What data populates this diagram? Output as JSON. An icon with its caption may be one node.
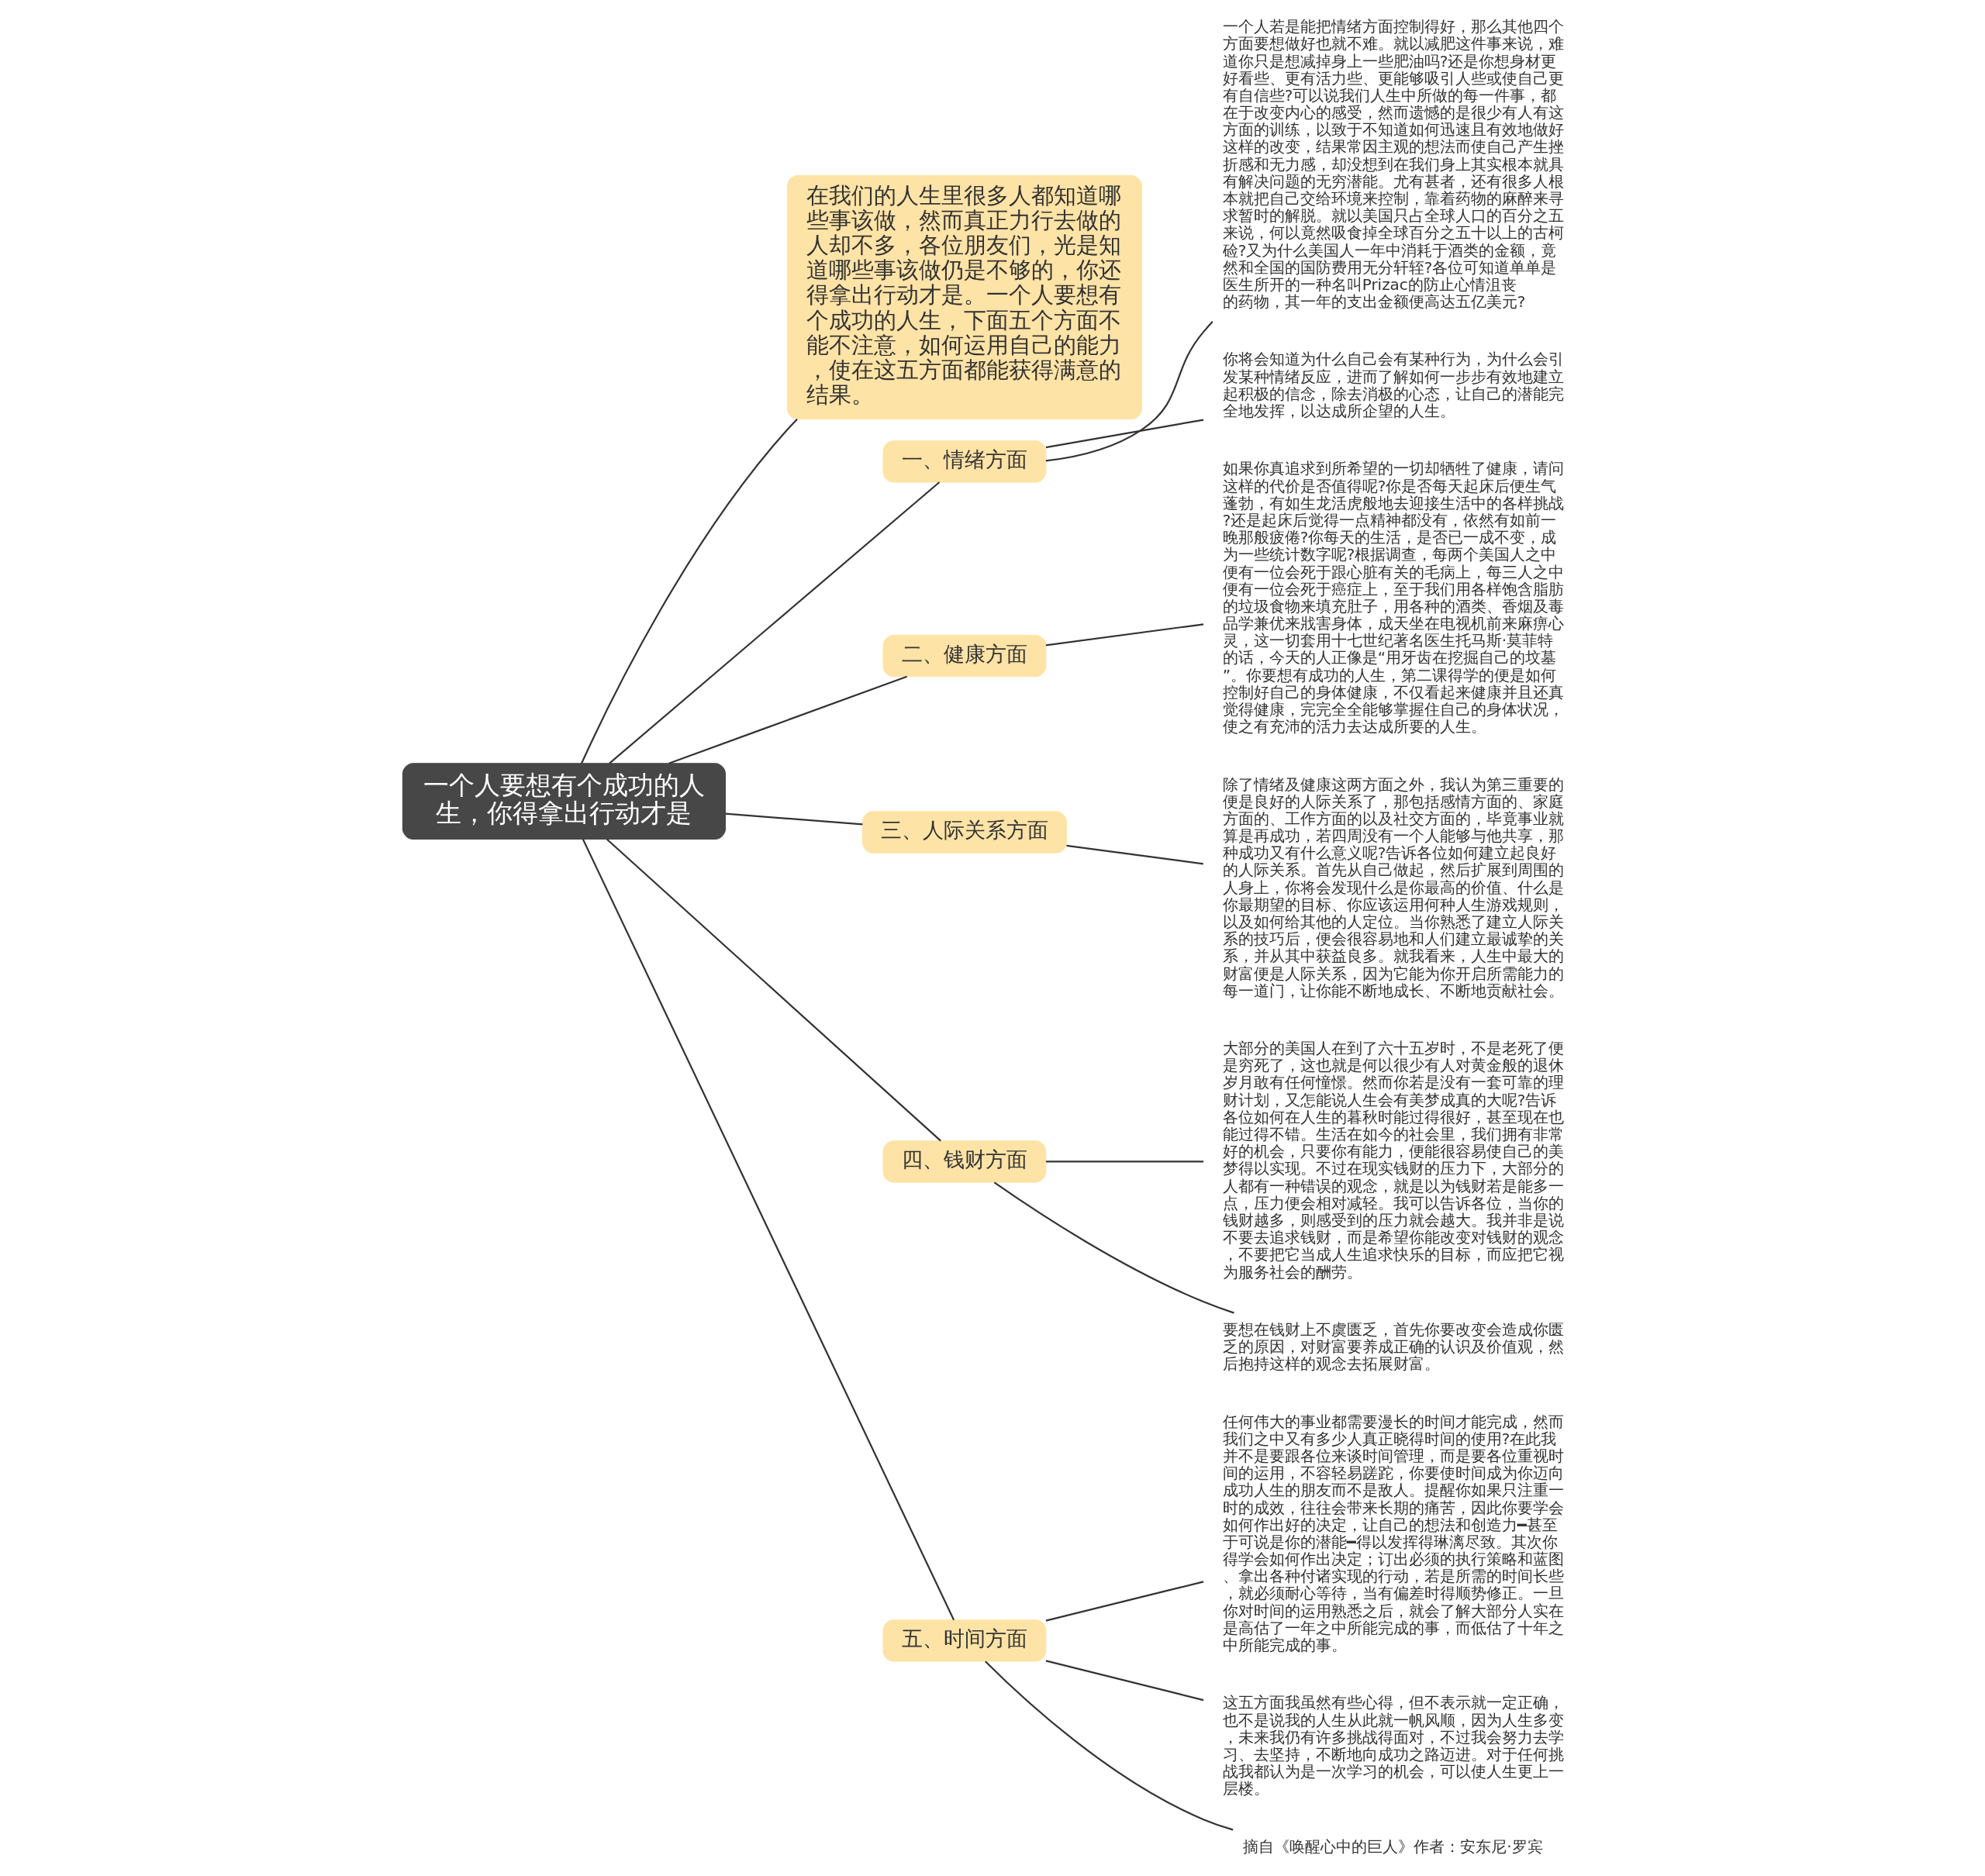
{
  "diagram": {
    "nodes": [
      {
        "text": [
          "一个人要想有个成功的人生，你得拿出行动才是"
        ]
      },
      {
        "text": [
          "在我们的人生里很多人都知道哪些事该做，然而真正力行去做的人却不多，各位朋友们，光是知道哪些事该做仍是不够的，你还得拿出行动才是。一个人要想有个成功的人生，下面五个方面不能不注意，如何运用自己的能力，使在这五方面都能获得满意的结果。"
        ]
      },
      {
        "text": [
          "一、情绪方面"
        ]
      },
      {
        "text": [
          "一个人若是能把情绪方面控制得好，那么其他四个方面要想做好也就不难。就以减肥这件事来说，难道你只是想减掉身上一些肥油吗?还是你想身材更好看些、更有活力些、更能够吸引人些或使自己更有自信些?可以说我们人生中所做的每一件事，都在于改变内心的感受，然而遗憾的是很少有人有这方面的训练，以致于不知道如何迅速且有效地做好这样的改变，结果常因主观的想法而使自己产生挫折感和无力感，却没想到在我们身上其实根本就具有解决问题的无穷潜能。尤有甚者，还有很多人根本就把自己交给环境来控制，靠着药物的麻醉来寻求暂时的解脱。就以美国只占全球人口的百分之五来说，何以竟然吸食掉全球百分之五十以上的古柯硷?又为什么美国人一年中消耗于酒类的金额，竟然和全国的国防费用无分轩轾?各位可知道单单是医生所开的一种名叫Prizac的防止心情沮丧的药物，其一年的支出金额便高达五亿美元?"
        ]
      },
      {
        "text": [
          "你将会知道为什么自己会有某种行为，为什么会引发某种情绪反应，进而了解如何一步步有效地建立起积极的信念，除去消极的心态，让自己的潜能完全地发挥，以达成所企望的人生。"
        ]
      },
      {
        "text": [
          "二、健康方面"
        ]
      },
      {
        "text": [
          "如果你真追求到所希望的一切却牺牲了健康，请问这样的代价是否值得呢?你是否每天起床后便生气蓬勃，有如生龙活虎般地去迎接生活中的各样挑战?还是起床后觉得一点精神都没有，依然有如前一晚那般疲倦?你每天的生活，是否已一成不变，成为一些统计数字呢?根据调查，每两个美国人之中便有一位会死于跟心脏有关的毛病上，每三人之中便有一位会死于癌症上，至于我们用各样饱含脂肪的垃圾食物来填充肚子，用各种的酒类、香烟及毒品学兼优来戕害身体，成天坐在电视机前来麻痹心灵，这一切套用十七世纪著名医生托马斯·莫菲特的话，今天的人正像是“用牙齿在挖掘自己的坟墓”。你要想有成功的人生，第二课得学的便是如何控制好自己的身体健康，不仅看起来健康并且还真觉得健康，完完全全能够掌握住自己的身体状况，使之有充沛的活力去达成所要的人生。"
        ]
      },
      {
        "text": [
          "三、人际关系方面"
        ]
      },
      {
        "text": [
          "除了情绪及健康这两方面之外，我认为第三重要的便是良好的人际关系了，那包括感情方面的、家庭方面的、工作方面的以及社交方面的，毕竟事业就算是再成功，若四周没有一个人能够与他共享，那种成功又有什么意义呢?告诉各位如何建立起良好的人际关系。首先从自己做起，然后扩展到周围的人身上，你将会发现什么是你最高的价值、什么是你最期望的目标、你应该运用何种人生游戏规则，以及如何给其他的人定位。当你熟悉了建立人际关系的技巧后，便会很容易地和人们建立最诚挚的关系，并从其中获益良多。就我看来，人生中最大的财富便是人际关系，因为它能为你开启所需能力的每一道门，让你能不断地成长、不断地贡献社会。"
        ]
      },
      {
        "text": [
          "四、钱财方面"
        ]
      },
      {
        "text": [
          "大部分的美国人在到了六十五岁时，不是老死了便是穷死了，这也就是何以很少有人对黄金般的退休岁月敢有任何憧憬。然而你若是没有一套可靠的理财计划，又怎能说人生会有美梦成真的大呢?告诉各位如何在人生的暮秋时能过得很好，甚至现在也能过得不错。生活在如今的社会里，我们拥有非常好的机会，只要你有能力，便能很容易使自己的美梦得以实现。不过在现实钱财的压力下，大部分的人都有一种错误的观念，就是以为钱财若是能多一点，压力便会相对减轻。我可以告诉各位，当你的钱财越多，则感受到的压力就会越大。我并非是说不要去追求钱财，而是希望你能改变对钱财的观念，不要把它当成人生追求快乐的目标，而应把它视为服务社会的酬劳。"
        ]
      },
      {
        "text": [
          "要想在钱财上不虞匮乏，首先你要改变会造成你匮乏的原因，对财富要养成正确的认识及价值观，然后抱持这样的观念去拓展财富。"
        ]
      },
      {
        "text": [
          "五、时间方面"
        ]
      },
      {
        "text": [
          "任何伟大的事业都需要漫长的时间才能完成，然而我们之中又有多少人真正晓得时间的使用?在此我并不是要跟各位来谈时间管理，而是要各位重视时间的运用，不容轻易蹉跎，你要使时间成为你迈向成功人生的朋友而不是敌人。提醒你如果只注重一时的成效，往往会带来长期的痛苦，因此你要学会如何作出好的决定，让自己的想法和创造力━甚至于可说是你的潜能━得以发挥得琳漓尽致。其次你得学会如何作出决定；订出必须的执行策略和蓝图、拿出各种付诸实现的行动，若是所需的时间长些，就必须耐心等待，当有偏差时得顺势修正。一旦你对时间的运用熟悉之后，就会了解大部分人实在是高估了一年之中所能完成的事，而低估了十年之中所能完成的事。"
        ]
      },
      {
        "text": [
          "这五方面我虽然有些心得，但不表示就一定正确，也不是说我的人生从此就一帆风顺，因为人生多变，未来我仍有许多挑战得面对，不过我会努力去学习、去坚持，不断地向成功之路迈进。对于任何挑战我都认为是一次学习的机会，可以使人生更上一层楼。"
        ]
      },
      {
        "text": [
          "摘自《唤醒心中的巨人》作者：安东尼·罗宾"
        ]
      }
    ],
    "edges": [
      {
        "from": 0,
        "to": 1,
        "arrow": "none"
      },
      {
        "from": 0,
        "to": 2,
        "arrow": "none"
      },
      {
        "from": 2,
        "to": 3,
        "arrow": "none"
      },
      {
        "from": 2,
        "to": 4,
        "arrow": "none"
      },
      {
        "from": 0,
        "to": 5,
        "arrow": "none"
      },
      {
        "from": 5,
        "to": 6,
        "arrow": "none"
      },
      {
        "from": 0,
        "to": 7,
        "arrow": "none"
      },
      {
        "from": 7,
        "to": 8,
        "arrow": "none"
      },
      {
        "from": 0,
        "to": 9,
        "arrow": "none"
      },
      {
        "from": 9,
        "to": 10,
        "arrow": "none"
      },
      {
        "from": 9,
        "to": 11,
        "arrow": "none"
      },
      {
        "from": 0,
        "to": 12,
        "arrow": "none"
      },
      {
        "from": 12,
        "to": 13,
        "arrow": "none"
      },
      {
        "from": 12,
        "to": 14,
        "arrow": "none"
      },
      {
        "from": 12,
        "to": 15,
        "arrow": "none"
      }
    ]
  }
}
